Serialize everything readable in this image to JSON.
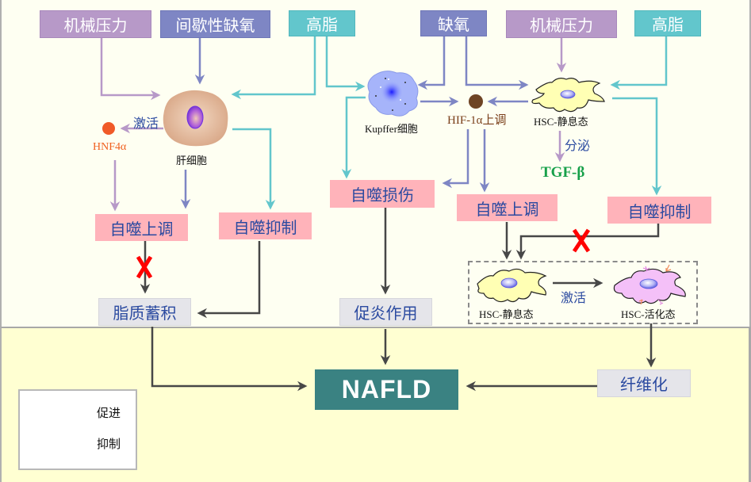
{
  "sources": {
    "left_mechanical": "机械压力",
    "left_intermittent_hypoxia": "间歇性缺氧",
    "left_high_fat": "高脂",
    "mid_hypoxia": "缺氧",
    "right_mechanical": "机械压力",
    "right_high_fat": "高脂"
  },
  "cells": {
    "hepatocyte": "肝细胞",
    "kupffer": "Kupffer细胞",
    "hsc_quiescent_top": "HSC-静息态",
    "hsc_quiescent_group": "HSC-静息态",
    "hsc_activated": "HSC-活化态"
  },
  "molecules": {
    "hnf4a": "HNF4α",
    "hif1a": "HIF-1α上调",
    "tgfb": "TGF-β"
  },
  "edge_labels": {
    "activate_left": "激活",
    "secrete": "分泌",
    "activate_right": "激活"
  },
  "processes": {
    "autophagy_up_left": "自噬上调",
    "autophagy_inhibit_left": "自噬抑制",
    "autophagy_damage": "自噬损伤",
    "autophagy_up_right": "自噬上调",
    "autophagy_inhibit_right": "自噬抑制"
  },
  "outcomes": {
    "lipid_accumulation": "脂质蓄积",
    "pro_inflammatory": "促炎作用",
    "fibrosis": "纤维化",
    "nafld": "NAFLD"
  },
  "legend": {
    "promote": "促进",
    "inhibit": "抑制"
  },
  "colors": {
    "purple": "#b799c8",
    "indigo": "#7e86c4",
    "cyan": "#62c6cc",
    "pink": "#ffb3ba",
    "dark_arrow": "#474747",
    "inhibit_x": "#ff0000",
    "nafld_teal": "#3a8282"
  }
}
